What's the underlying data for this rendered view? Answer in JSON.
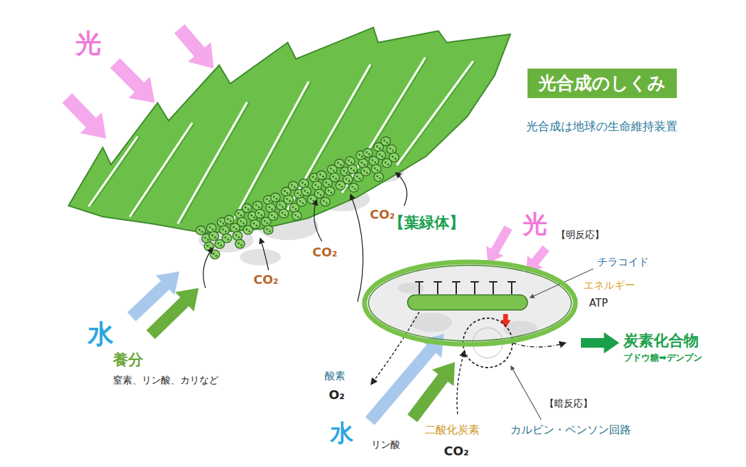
{
  "diagram": {
    "title": "光合成のしくみ",
    "nodes": [
      {
        "text": [
          "【葉緑体】"
        ]
      }
    ],
    "labels": [
      "光",
      "光合成は地球の生命維持装置",
      "CO₂",
      "CO₂",
      "CO₂",
      "光",
      "【明反応】",
      "チラコイド",
      "エネルギー",
      "ATP",
      "水",
      "炭素化合物",
      "ブドウ糖➡デンプン",
      "養分",
      "窒素、リン酸、カリなど",
      "酸素",
      "O₂",
      "【暗反応】",
      "水",
      "リン酸",
      "二酸化炭素",
      "CO₂",
      "カルビン・ベンソン回路"
    ]
  }
}
